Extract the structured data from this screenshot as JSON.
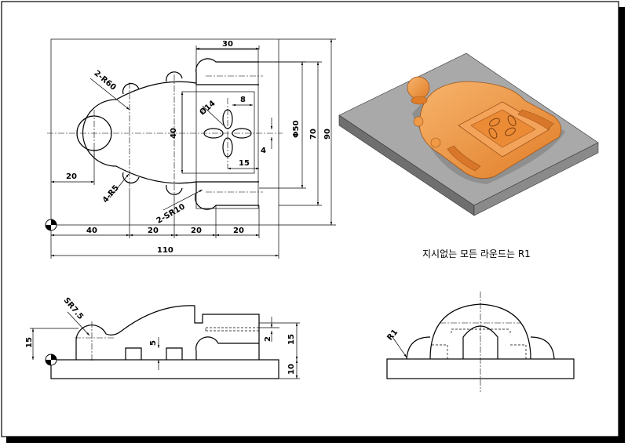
{
  "plan_view": {
    "dims": {
      "top_30": "30",
      "r60": "2-R60",
      "dia14": "Ø14",
      "w8": "8",
      "h40": "40",
      "dia50": "Φ50",
      "h70": "70",
      "h90": "90",
      "h4": "4",
      "w15": "15",
      "w20_left": "20",
      "r5": "4-R5",
      "sr10": "2-SR10",
      "b40": "40",
      "b20a": "20",
      "b20b": "20",
      "b20c": "20",
      "total110": "110"
    }
  },
  "note": "지시없는 모든 라운드는 R1",
  "front_view": {
    "dims": {
      "sr75": "SR7.5",
      "h15": "15",
      "h5": "5",
      "h2": "2",
      "h15r": "15",
      "h10": "10"
    }
  },
  "side_view": {
    "dims": {
      "r1": "R1"
    }
  },
  "colors": {
    "model": "#f0923a",
    "model_dark": "#c86a1e",
    "base_top": "#a9a9a9",
    "base_side": "#7c7c7c",
    "base_front": "#5f5f5f"
  }
}
